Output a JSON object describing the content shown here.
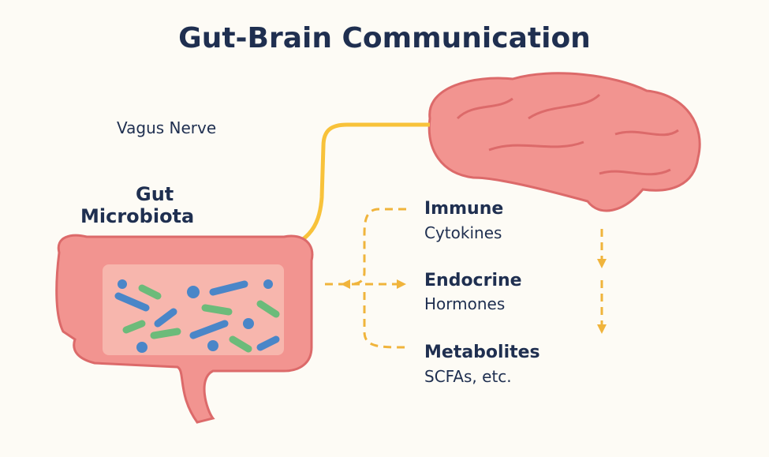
{
  "title": "Gut-Brain Communication",
  "vagus_label": "Vagus Nerve",
  "gut_label_1": "Gut",
  "gut_label_2": "Microbiota",
  "pathways": [
    {
      "name": "Immune",
      "detail": "Cytokines"
    },
    {
      "name": "Endocrine",
      "detail": "Hormones"
    },
    {
      "name": "Metabolites",
      "detail": "SCFAs, etc."
    }
  ],
  "colors": {
    "organ": "#f29490",
    "organ_edge": "#dc6a6a",
    "nerve": "#f8c23a",
    "arrow": "#f0b43c",
    "text": "#1f2f50"
  }
}
